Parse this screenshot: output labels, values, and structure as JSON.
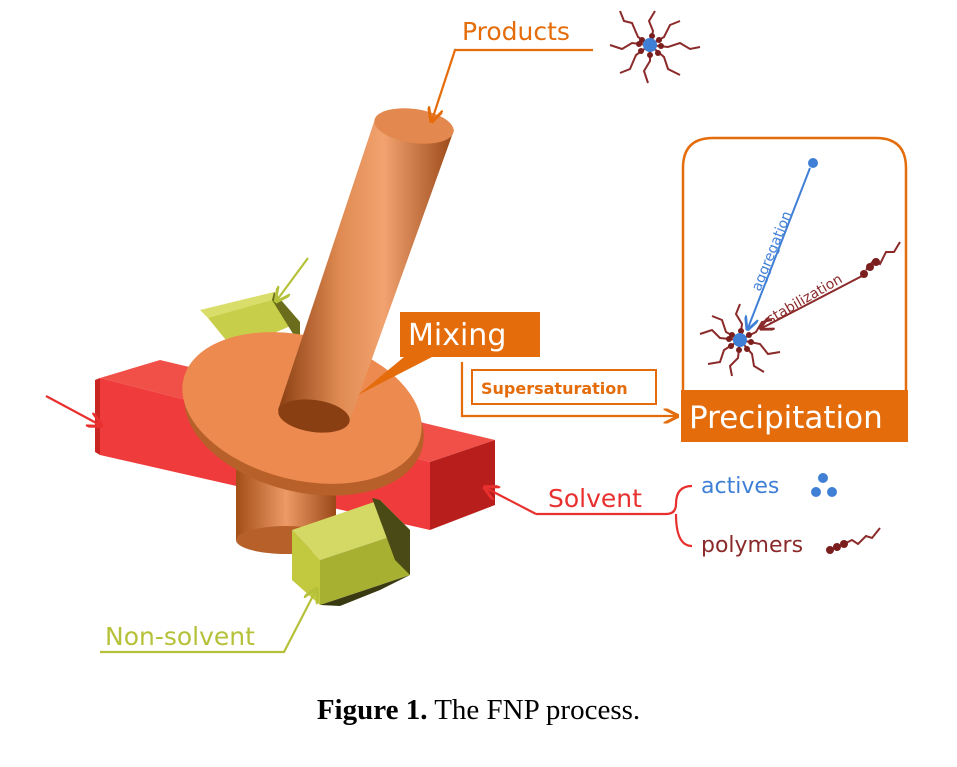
{
  "labels": {
    "products": "Products",
    "mixing": "Mixing",
    "supersaturation": "Supersaturation",
    "precipitation": "Precipitation",
    "aggregation": "aggregation",
    "stabilization": "stabilization",
    "solvent": "Solvent",
    "actives": "actives",
    "polymers": "polymers",
    "non_solvent": "Non-solvent"
  },
  "caption": {
    "label": "Figure 1.",
    "text": "The FNP process."
  },
  "colors": {
    "orange": "#e46c0a",
    "copper": "#d9763e",
    "red": "#e8312f",
    "olive": "#b6c13a",
    "blue": "#3f7fd6",
    "maroon": "#8b2a2a"
  }
}
